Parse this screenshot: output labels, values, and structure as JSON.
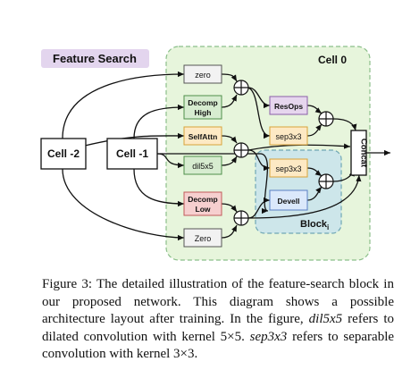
{
  "diagram": {
    "title": "Feature Search",
    "cell_label": "Cell 0",
    "inputs": {
      "cell_m2": "Cell -2",
      "cell_m1": "Cell -1"
    },
    "ops": {
      "zero_top": "zero",
      "decomp_high_1": "Decomp",
      "decomp_high_2": "High",
      "selfattn": "SelfAttn",
      "dil5x5": "dil5x5",
      "decomp_low_1": "Decomp",
      "decomp_low_2": "Low",
      "zero_bottom": "Zero",
      "resops": "ResOps",
      "sep3x3_a": "sep3x3",
      "sep3x3_b": "sep3x3",
      "devell": "Devell"
    },
    "concat": "Concat",
    "block_label": "Block",
    "block_subscript": "i",
    "colors": {
      "cell_bg": "#e7f5dc",
      "cell_border": "#8bbf8a",
      "block_bg": "#cde6ea",
      "block_border": "#6fa6b4",
      "title_bg": "#e3d5ee",
      "zero_fill": "#f2f2f2",
      "green_fill": "#d7ecd0",
      "orange_fill": "#fde9c4",
      "pink_fill": "#f6cfcf",
      "purple_fill": "#e6d6ee",
      "blue_fill": "#dbe8fb"
    }
  },
  "caption": {
    "fig_label": "Figure 3:",
    "text1": "The detailed illustration of the feature-search block in our proposed network. This diagram shows a possible architecture layout after training. In the figure,",
    "term1": "dil5x5",
    "text2": "refers to dilated convolution with kernel 5×5.",
    "term2": "sep3x3",
    "text3": "refers to separable convolution with kernel 3×3."
  }
}
